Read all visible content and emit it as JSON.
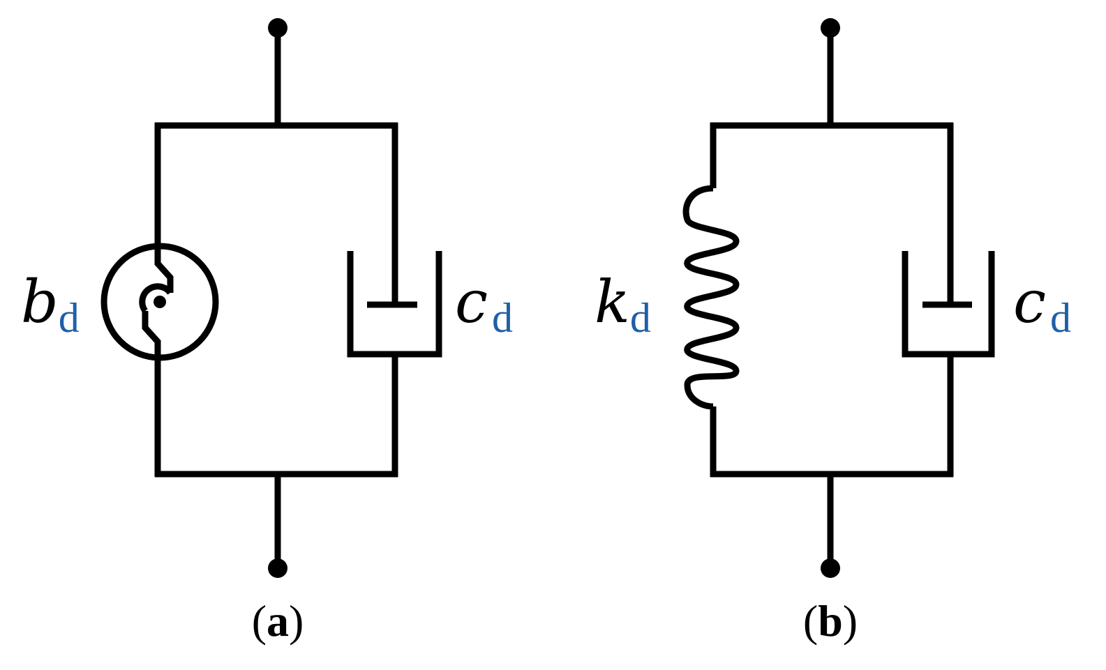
{
  "diagrams": [
    {
      "caption_open": "(",
      "caption_letter": "a",
      "caption_close": ")",
      "left_element": {
        "type": "inerter",
        "icon": "inerter-icon",
        "label_main": "b",
        "label_sub": "d"
      },
      "right_element": {
        "type": "damper",
        "icon": "damper-icon",
        "label_main": "c",
        "label_sub": "d"
      }
    },
    {
      "caption_open": "(",
      "caption_letter": "b",
      "caption_close": ")",
      "left_element": {
        "type": "spring",
        "icon": "spring-icon",
        "label_main": "k",
        "label_sub": "d"
      },
      "right_element": {
        "type": "damper",
        "icon": "damper-icon",
        "label_main": "c",
        "label_sub": "d"
      }
    }
  ],
  "colors": {
    "line": "#000000",
    "subscript": "#1f5fa8",
    "background": "#ffffff"
  }
}
